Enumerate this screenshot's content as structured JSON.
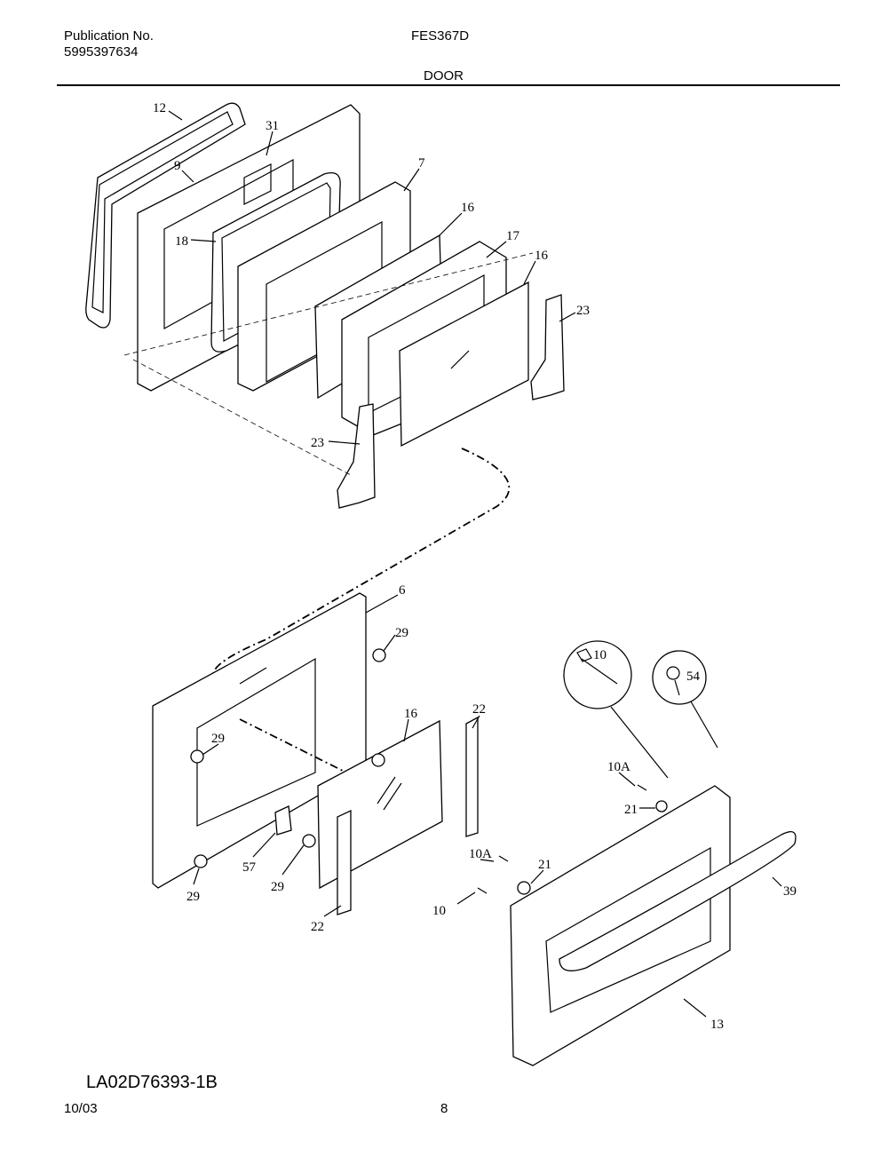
{
  "header": {
    "publication_label": "Publication No.",
    "publication_number": "5995397634",
    "model": "FES367D",
    "section": "DOOR"
  },
  "footer": {
    "diagram_id": "LA02D76393-1B",
    "date": "10/03",
    "page": "8"
  },
  "callouts": {
    "top": [
      "12",
      "31",
      "9",
      "7",
      "16",
      "18",
      "17",
      "16",
      "23",
      "23"
    ],
    "bottom": [
      "6",
      "29",
      "10",
      "54",
      "16",
      "22",
      "29",
      "10A",
      "21",
      "10A",
      "21",
      "57",
      "29",
      "29",
      "39",
      "10",
      "22",
      "13"
    ]
  }
}
